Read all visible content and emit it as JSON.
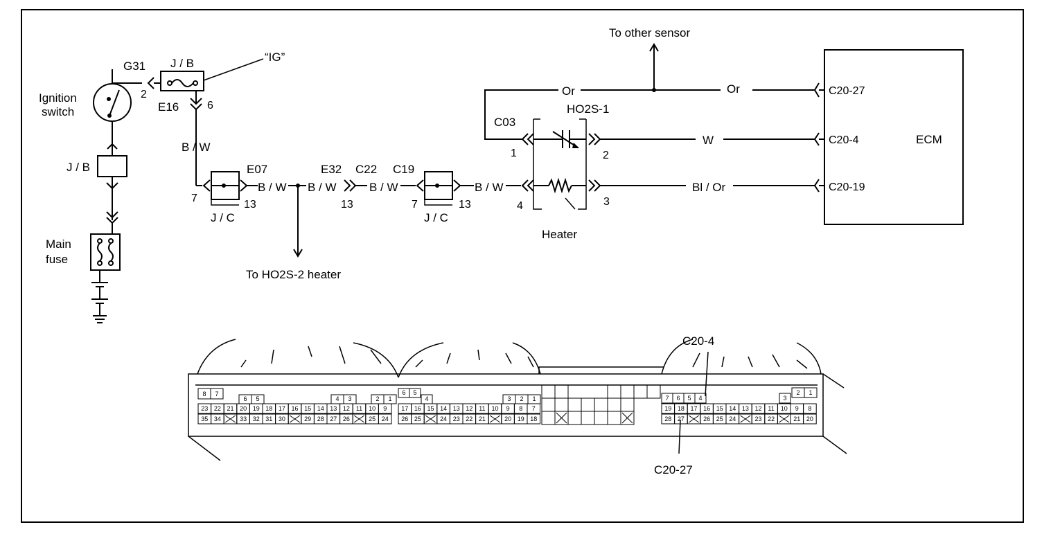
{
  "labels": {
    "g31": "G31",
    "jb_top": "J / B",
    "ig": "“IG”",
    "ign_switch_1": "Ignition",
    "ign_switch_2": "switch",
    "pin2": "2",
    "e16": "E16",
    "pin6": "6",
    "jb_left": "J / B",
    "bw_vert": "B / W",
    "main_fuse_1": "Main",
    "main_fuse_2": "fuse",
    "e07": "E07",
    "bw1": "B / W",
    "bw2": "B / W",
    "e32": "E32",
    "c22": "C22",
    "bw3": "B / W",
    "c19": "C19",
    "bw4": "B / W",
    "jc1": "J / C",
    "jc2": "J / C",
    "pin7a": "7",
    "pin13a": "13",
    "pin13b": "13",
    "pin7b": "7",
    "pin13c": "13",
    "to_ho2s2": "To HO2S-2 heater",
    "to_other": "To other sensor",
    "or1": "Or",
    "or2": "Or",
    "c03": "C03",
    "ho2s1": "HO2S-1",
    "w": "W",
    "blor": "Bl / Or",
    "pin1": "1",
    "pin2b": "2",
    "pin4": "4",
    "pin3": "3",
    "heater": "Heater",
    "c20_27": "C20-27",
    "c20_4": "C20-4",
    "c20_19": "C20-19",
    "ecm": "ECM",
    "conn_c20_4": "C20-4",
    "conn_c20_27": "C20-27"
  },
  "connector": {
    "block1": {
      "row1": [
        "8",
        "7",
        "",
        "",
        "6",
        "5",
        "",
        "",
        "",
        "",
        "",
        "4",
        "3",
        "",
        "2",
        "1"
      ],
      "row2": [
        "23",
        "22",
        "21",
        "20",
        "19",
        "18",
        "17",
        "16",
        "15",
        "14",
        "13",
        "12",
        "11",
        "10",
        "9"
      ],
      "row3": [
        "35",
        "34",
        "",
        "33",
        "32",
        "31",
        "30",
        "",
        "29",
        "28",
        "27",
        "26",
        "",
        "25",
        "24"
      ]
    },
    "block2": {
      "row1": [
        "6",
        "5",
        "4",
        "",
        "",
        "",
        "",
        "",
        "",
        "3",
        "2",
        "1"
      ],
      "row2": [
        "17",
        "16",
        "15",
        "14",
        "13",
        "12",
        "11",
        "10",
        "9",
        "8",
        "7"
      ],
      "row3": [
        "26",
        "25",
        "",
        "24",
        "23",
        "22",
        "21",
        "",
        "20",
        "19",
        "18"
      ]
    },
    "block3": {
      "row1": [
        "7",
        "6",
        "5",
        "4",
        "",
        "",
        "",
        "",
        "",
        "3",
        "2",
        "1"
      ],
      "row2": [
        "19",
        "18",
        "17",
        "16",
        "15",
        "14",
        "13",
        "12",
        "11",
        "10",
        "9",
        "8"
      ],
      "row3": [
        "28",
        "27",
        "",
        "26",
        "25",
        "24",
        "",
        "23",
        "22",
        "",
        "21",
        "20"
      ]
    }
  }
}
